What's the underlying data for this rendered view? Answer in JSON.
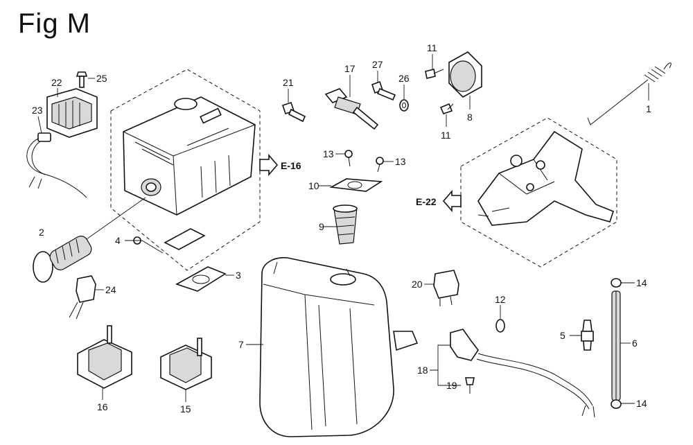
{
  "title": "Fig M",
  "references": [
    "E-16",
    "E-22"
  ],
  "callouts": [
    "1",
    "2",
    "3",
    "4",
    "5",
    "6",
    "7",
    "8",
    "9",
    "10",
    "11",
    "11",
    "12",
    "13",
    "13",
    "14",
    "14",
    "15",
    "16",
    "17",
    "18",
    "19",
    "20",
    "21",
    "22",
    "23",
    "24",
    "25",
    "26",
    "27"
  ]
}
